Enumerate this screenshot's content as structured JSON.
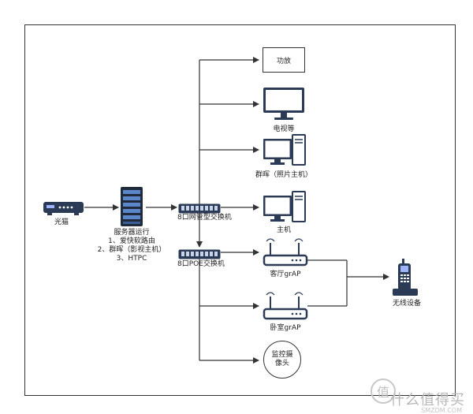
{
  "nodes": {
    "modem": "光猫",
    "server_title": "服务器运行",
    "server_line1": "1、爱快软路由",
    "server_line2": "2、群晖（影视主机）",
    "server_line3": "3、HTPC",
    "switch_managed": "8口网管型交换机",
    "switch_poe": "8口POE交换机",
    "amplifier": "功放",
    "tv": "电视等",
    "nas": "群晖（照片主机）",
    "host": "主机",
    "ap_living": "客厅grAP",
    "ap_bedroom": "卧室grAP",
    "camera_line1": "监控摄",
    "camera_line2": "像头",
    "wireless": "无线设备"
  },
  "watermark": {
    "text": "什么值得买",
    "sub": "SMZDM.COM"
  },
  "colors": {
    "line": "#333333",
    "device_dark": "#2b3a55",
    "screen": "#ffffff"
  }
}
